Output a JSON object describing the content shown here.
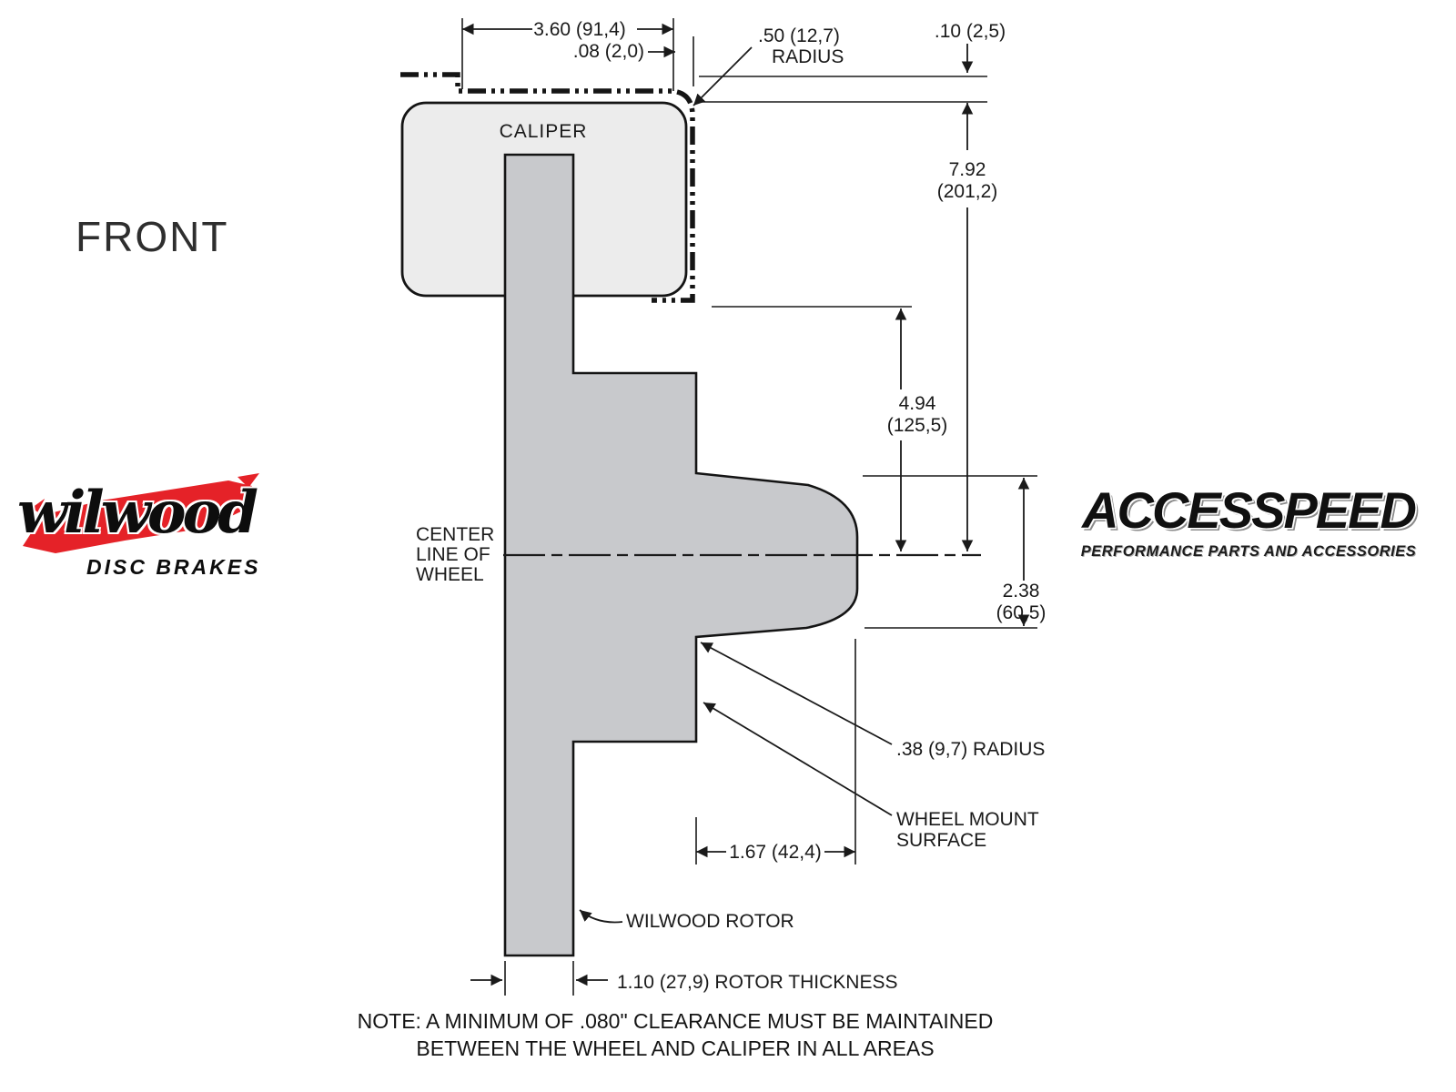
{
  "front_label": "FRONT",
  "wilwood": {
    "wordmark": "wilwood",
    "tagline": "DISC BRAKES",
    "brand_red": "#e52228"
  },
  "accesspeed": {
    "wordmark": "ACCESSPEED",
    "tagline": "PERFORMANCE PARTS AND ACCESSORIES"
  },
  "diagram": {
    "caliper_label": "CALIPER",
    "centerline": {
      "l1": "CENTER",
      "l2": "LINE OF",
      "l3": "WHEEL"
    },
    "rotor_label": "WILWOOD ROTOR",
    "wheel_mount": {
      "l1": "WHEEL MOUNT",
      "l2": "SURFACE"
    },
    "colors": {
      "rotor_fill": "#c8c9cc",
      "caliper_fill": "#ececec",
      "line": "#1a1a1a"
    },
    "dims": {
      "d360": "3.60 (91,4)",
      "d008": ".08 (2,0)",
      "d050a": ".50 (12,7)",
      "d050b": "RADIUS",
      "d010": ".10 (2,5)",
      "d792a": "7.92",
      "d792b": "(201,2)",
      "d494a": "4.94",
      "d494b": "(125,5)",
      "d238a": "2.38",
      "d238b": "(60,5)",
      "d038": ".38 (9,7) RADIUS",
      "d167": "1.67 (42,4)",
      "d110": "1.10 (27,9) ROTOR THICKNESS"
    }
  },
  "note": {
    "line1": "NOTE: A MINIMUM OF .080\" CLEARANCE MUST BE MAINTAINED",
    "line2": "BETWEEN THE WHEEL AND CALIPER IN ALL AREAS"
  }
}
